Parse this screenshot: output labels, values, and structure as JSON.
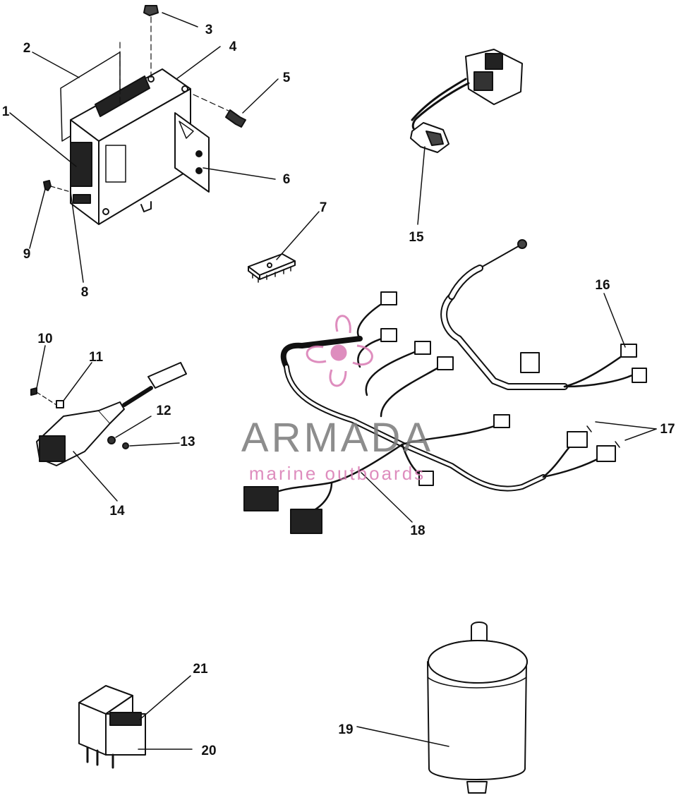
{
  "diagram": {
    "callouts": [
      {
        "id": "1",
        "text": "1"
      },
      {
        "id": "2",
        "text": "2"
      },
      {
        "id": "3",
        "text": "3"
      },
      {
        "id": "4",
        "text": "4"
      },
      {
        "id": "5",
        "text": "5"
      },
      {
        "id": "6",
        "text": "6"
      },
      {
        "id": "7",
        "text": "7"
      },
      {
        "id": "8",
        "text": "8"
      },
      {
        "id": "9",
        "text": "9"
      },
      {
        "id": "10",
        "text": "10"
      },
      {
        "id": "11",
        "text": "11"
      },
      {
        "id": "12",
        "text": "12"
      },
      {
        "id": "13",
        "text": "13"
      },
      {
        "id": "14",
        "text": "14"
      },
      {
        "id": "15",
        "text": "15"
      },
      {
        "id": "16",
        "text": "16"
      },
      {
        "id": "17",
        "text": "17"
      },
      {
        "id": "18",
        "text": "18"
      },
      {
        "id": "19",
        "text": "19"
      },
      {
        "id": "20",
        "text": "20"
      },
      {
        "id": "21",
        "text": "21"
      }
    ]
  },
  "watermark": {
    "title": "ARMADA",
    "subtitle": "marine outboards",
    "color": "#d97ab3",
    "text_color": "#7a7a7a"
  },
  "colors": {
    "ink": "#111111",
    "paper": "#ffffff"
  }
}
